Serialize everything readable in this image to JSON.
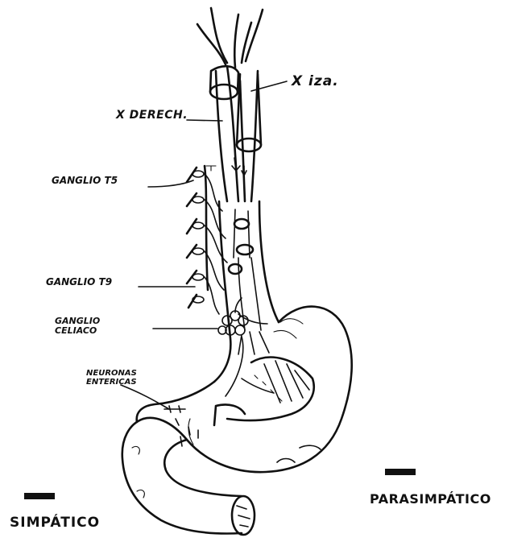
{
  "labels": {
    "vago_izquierdo": "X iza.",
    "vago_derecho": "X DERECH.",
    "ganglio_t5": "GANGLIO T5",
    "ganglio_t9": "GANGLIO T9",
    "ganglio_celiaco": "GANGLIO CELIACO",
    "neuronas_entericas": "NEURONAS ENTERICAS",
    "simpatico": "SIMPÁTICO",
    "parasimpatico": "PARASIMPÁTICO"
  },
  "legend": {
    "simpatico_marker": "solid-bar",
    "parasimpatico_marker": "solid-bar"
  },
  "colors": {
    "ink": "#111111",
    "paper": "#ffffff"
  }
}
